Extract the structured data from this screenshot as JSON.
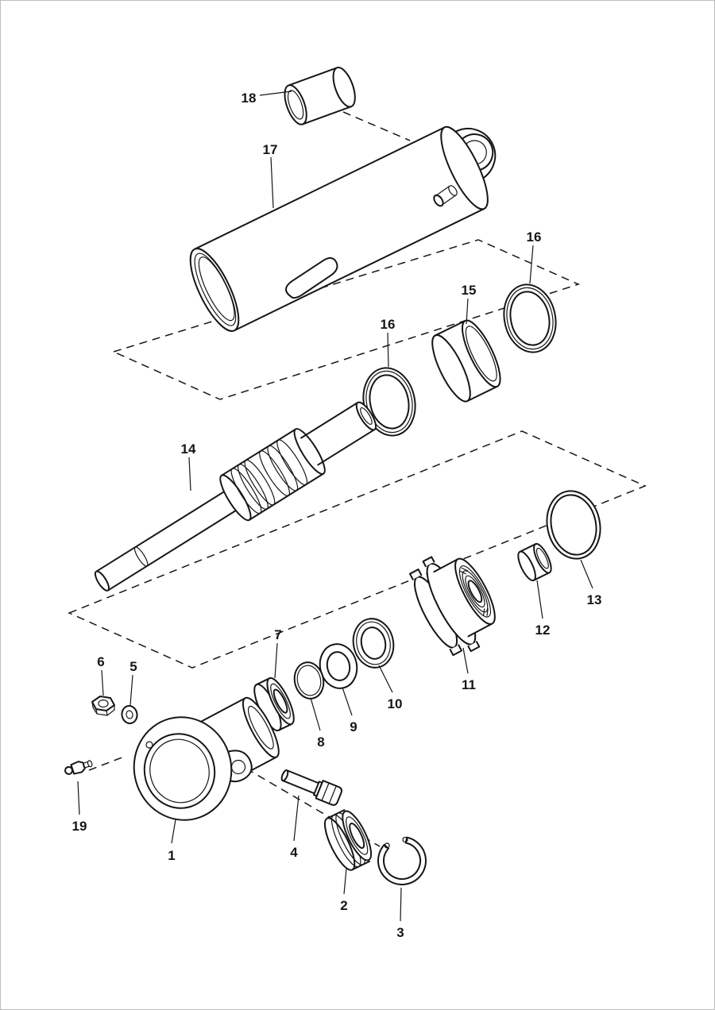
{
  "page": {
    "background": "#ffffff",
    "border_color": "#bdbdbd"
  },
  "diagram": {
    "type": "exploded-parts-view",
    "line_color": "#161616",
    "callouts": {
      "c1": "1",
      "c2": "2",
      "c3": "3",
      "c4": "4",
      "c5": "5",
      "c6": "6",
      "c7": "7",
      "c8": "8",
      "c9": "9",
      "c10": "10",
      "c11": "11",
      "c12": "12",
      "c13": "13",
      "c14": "14",
      "c15": "15",
      "c16a": "16",
      "c16b": "16",
      "c17": "17",
      "c18": "18",
      "c19": "19"
    }
  }
}
